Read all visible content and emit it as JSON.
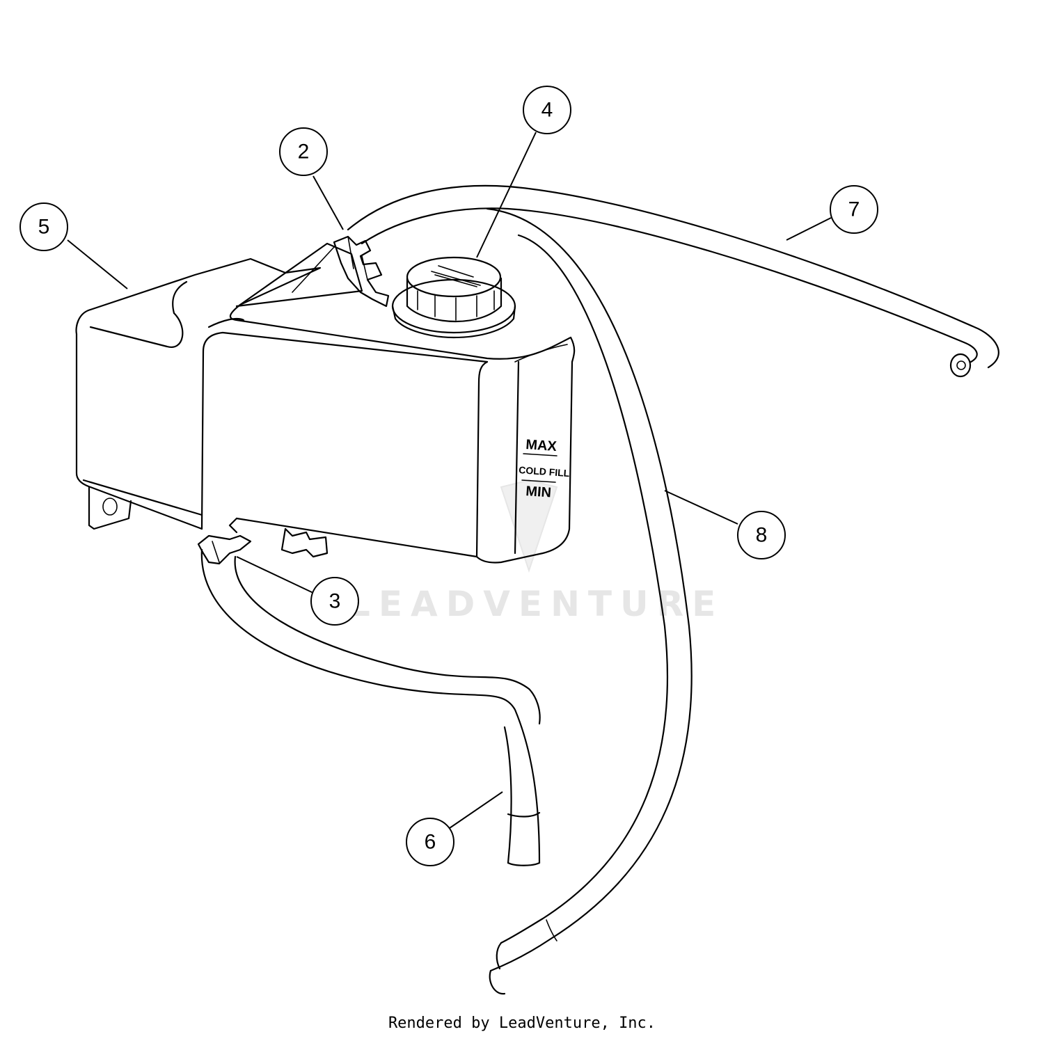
{
  "watermark": "LEADVENTURE",
  "credit": "Rendered by LeadVenture, Inc.",
  "tank_label": {
    "max": "MAX",
    "cold_fill": "COLD FILL",
    "min": "MIN"
  },
  "callouts": [
    {
      "number": "2",
      "part": "hose-clamp-upper"
    },
    {
      "number": "3",
      "part": "hose-clamp-lower"
    },
    {
      "number": "4",
      "part": "radiator-cap"
    },
    {
      "number": "5",
      "part": "coolant-reservoir"
    },
    {
      "number": "6",
      "part": "lower-hose"
    },
    {
      "number": "7",
      "part": "overflow-hose"
    },
    {
      "number": "8",
      "part": "long-hose"
    }
  ]
}
